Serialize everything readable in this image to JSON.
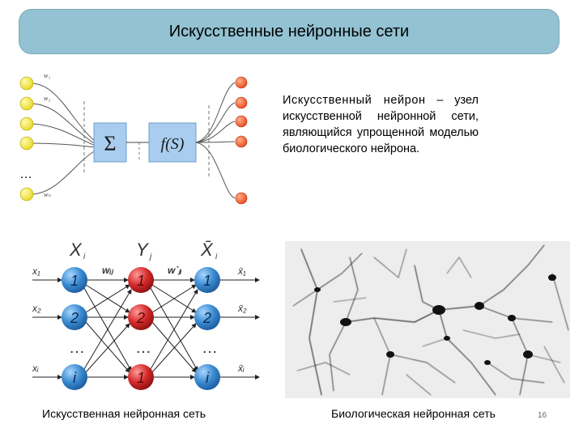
{
  "slide": {
    "title": "Искусственные нейронные сети",
    "definition": {
      "term": "Искусственный нейрон",
      "text": " – узел искусственной нейронной сети, являющийся упрощенной моделью биологического нейрона."
    },
    "caption_left": "Искусственная нейронная сеть",
    "caption_right": "Биологическая нейронная сеть",
    "page_number": "16"
  },
  "neuron_diagram": {
    "weights": [
      "w₁",
      "w₂",
      "wₙ"
    ],
    "sum_symbol": "Σ",
    "activation": "f(S)",
    "ellipsis": "…"
  },
  "network_diagram": {
    "layer_labels": [
      "X",
      "Y",
      "X̄"
    ],
    "layer_subscripts": [
      "i",
      "j",
      "i"
    ],
    "input_labels": [
      "x₁",
      "x₂",
      "xᵢ"
    ],
    "output_labels": [
      "x̄₁",
      "x̄₂",
      "x̄ᵢ"
    ],
    "weight_labels": [
      "wᵢⱼ",
      "w`ⱼᵢ"
    ],
    "node_labels": [
      "1",
      "2",
      "i"
    ],
    "ellipsis": "…"
  },
  "colors": {
    "title_bg": "#93c2d2",
    "blue_node": "#2f7fc0",
    "red_node": "#c8242a",
    "input_node": "#f2ea3a",
    "output_node": "#ee5a2a",
    "box_fill": "#a9cdee"
  }
}
